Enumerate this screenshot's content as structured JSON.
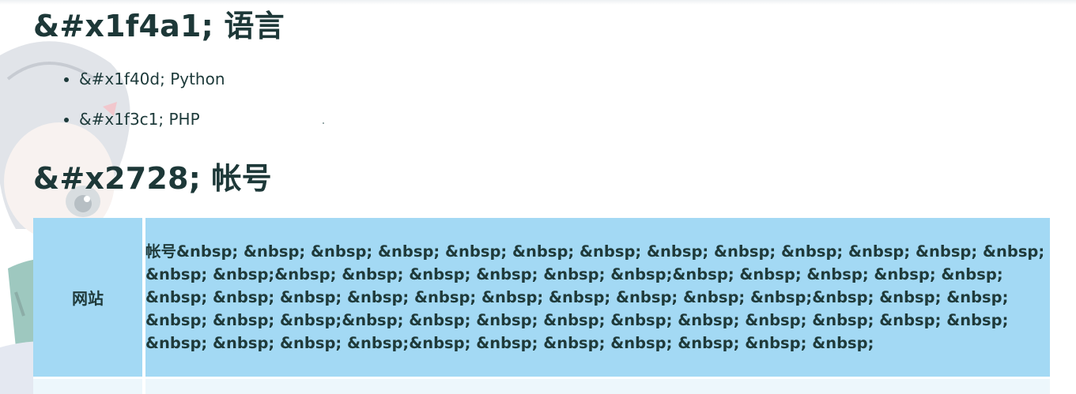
{
  "sections": {
    "languages": {
      "heading": "&#x1f4a1; 语言",
      "items": [
        {
          "label": "&#x1f40d; Python"
        },
        {
          "label": "&#x1f3c1; PHP"
        }
      ]
    },
    "accounts": {
      "heading": "&#x2728; 帐号",
      "table": {
        "row_label": "网站",
        "row_value": "帐号&nbsp; &nbsp; &nbsp; &nbsp; &nbsp; &nbsp; &nbsp; &nbsp; &nbsp; &nbsp; &nbsp; &nbsp; &nbsp; &nbsp; &nbsp;&nbsp; &nbsp; &nbsp; &nbsp; &nbsp; &nbsp;&nbsp; &nbsp; &nbsp; &nbsp; &nbsp; &nbsp; &nbsp; &nbsp; &nbsp; &nbsp; &nbsp; &nbsp; &nbsp; &nbsp; &nbsp;&nbsp; &nbsp; &nbsp; &nbsp; &nbsp; &nbsp;&nbsp; &nbsp; &nbsp; &nbsp; &nbsp; &nbsp; &nbsp; &nbsp; &nbsp; &nbsp; &nbsp; &nbsp; &nbsp; &nbsp;&nbsp; &nbsp; &nbsp; &nbsp; &nbsp; &nbsp; &nbsp;"
      }
    }
  }
}
